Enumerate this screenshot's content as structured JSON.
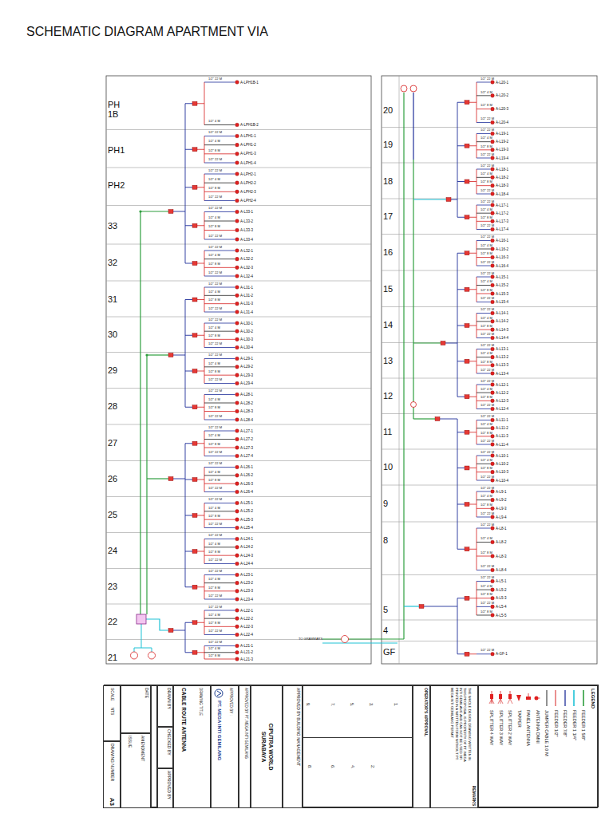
{
  "diagram": {
    "title": "SCHEMATIC DIAGRAM APARTMENT  VIA",
    "nodes": [
      {
        "text": [
          "SCALE",
          "NTS"
        ]
      },
      {
        "text": [
          "DRAWING NUMBER",
          "A3"
        ]
      },
      {
        "text": [
          "DATE"
        ]
      },
      {
        "text": [
          "AMENDMENT",
          "ISSUE"
        ]
      },
      {
        "text": [
          "DRAWN BY"
        ]
      },
      {
        "text": [
          "CHECKED BY"
        ]
      },
      {
        "text": [
          "APPROVED BY"
        ]
      },
      {
        "text": [
          "DRAWING TITLE",
          "CABLE ROUTE ANTENNA"
        ]
      },
      {
        "text": [
          "APPROVED BY :",
          "PT. MEGA INTI GEMILANG"
        ]
      },
      {
        "text": [
          "APPROVED BY PT. MEGA INTI GEMILANG"
        ]
      },
      {
        "text": [
          "CIPUTRA WORLD SURABAYA"
        ]
      },
      {
        "text": [
          "APPROVED BY BUILDING MANAGEMENT"
        ]
      },
      {
        "text": [
          "OPERATOR'S APPROVAL"
        ]
      },
      {
        "text": [
          "REMARKS",
          "THE WHOLE DESIGN DRAWING WRITTEN IN THIS PROPOSAL IS PROPERTY OF PT. MEGA INTI GEMILANG AND CAN NOT BE USED OR PRINTED IN A WRITTEN FORM WITHOUT PT. MEGA INTI GEMILANG PERMIT"
        ]
      }
    ],
    "labels": [
      "PH 1B",
      "PH1",
      "PH2",
      "33",
      "32",
      "31",
      "30",
      "29",
      "28",
      "27",
      "26",
      "25",
      "24",
      "23",
      "22",
      "21",
      "20",
      "19",
      "18",
      "17",
      "16",
      "15",
      "14",
      "13",
      "12",
      "11",
      "10",
      "9",
      "8",
      "5",
      "4",
      "GF",
      "1/2\" 22 M",
      "A-LPH1B-1",
      "1/2\" 4 M",
      "A-LPH1B-2",
      "1/2\" 22 M",
      "A-LPH1-1",
      "1/2\" 4 M",
      "A-LPH1-2",
      "1/2\" 8 M",
      "A-LPH1-3",
      "1/2\" 22 M",
      "A-LPH1-4",
      "1/2\" 22 M",
      "A-LPH2-1",
      "1/2\" 4 M",
      "A-LPH2-2",
      "1/2\" 8 M",
      "A-LPH2-3",
      "1/2\" 22 M",
      "A-LPH2-4",
      "1/2\" 22 M",
      "A-L33-1",
      "1/2\" 4 M",
      "A-L33-2",
      "1/2\" 8 M",
      "A-L33-3",
      "1/2\" 22 M",
      "A-L33-4",
      "1/2\" 22 M",
      "A-L32-1",
      "1/2\" 4 M",
      "A-L32-2",
      "1/2\" 8 M",
      "A-L32-3",
      "1/2\" 22 M",
      "A-L32-4",
      "1/2\" 22 M",
      "A-L31-1",
      "1/2\" 4 M",
      "A-L31-2",
      "1/2\" 8 M",
      "A-L31-3",
      "1/2\" 22 M",
      "A-L31-4",
      "1/2\" 22 M",
      "A-L30-1",
      "1/2\" 4 M",
      "A-L30-2",
      "1/2\" 8 M",
      "A-L30-3",
      "1/2\" 22 M",
      "A-L30-4",
      "1/2\" 22 M",
      "A-L29-1",
      "1/2\" 4 M",
      "A-L29-2",
      "1/2\" 8 M",
      "A-L29-3",
      "1/2\" 22 M",
      "A-L29-4",
      "1/2\" 22 M",
      "A-L28-1",
      "1/2\" 4 M",
      "A-L28-2",
      "1/2\" 8 M",
      "A-L28-3",
      "1/2\" 22 M",
      "A-L28-4",
      "1/2\" 22 M",
      "A-L27-1",
      "1/2\" 4 M",
      "A-L27-2",
      "1/2\" 8 M",
      "A-L27-3",
      "1/2\" 22 M",
      "A-L27-4",
      "1/2\" 22 M",
      "A-L26-1",
      "1/2\" 4 M",
      "A-L26-2",
      "1/2\" 8 M",
      "A-L26-3",
      "1/2\" 22 M",
      "A-L26-4",
      "1/2\" 22 M",
      "A-L25-1",
      "1/2\" 4 M",
      "A-L25-2",
      "1/2\" 8 M",
      "A-L25-3",
      "1/2\" 22 M",
      "A-L25-4",
      "1/2\" 22 M",
      "A-L24-1",
      "1/2\" 4 M",
      "A-L24-2",
      "1/2\" 8 M",
      "A-L24-3",
      "1/2\" 22 M",
      "A-L24-4",
      "1/2\" 22 M",
      "A-L23-1",
      "1/2\" 4 M",
      "A-L23-2",
      "1/2\" 8 M",
      "A-L23-3",
      "1/2\" 22 M",
      "A-L23-4",
      "1/2\" 22 M",
      "A-L22-1",
      "1/2\" 4 M",
      "A-L22-2",
      "1/2\" 8 M",
      "A-L22-3",
      "1/2\" 22 M",
      "A-L22-4",
      "1/2\" 22 M",
      "A-L21-1",
      "1/2\" 4 M",
      "A-L21-2",
      "1/2\" 8 M",
      "A-L21-3",
      "1/2\" 22 M",
      "A-L20-1",
      "1/2\" 4 M",
      "A-L20-2",
      "1/2\" 8 M",
      "A-L20-3",
      "1/2\" 22 M",
      "A-L20-4",
      "1/2\" 22 M",
      "A-L19-1",
      "1/2\" 4 M",
      "A-L19-2",
      "1/2\" 8 M",
      "A-L19-3",
      "1/2\" 22 M",
      "A-L19-4",
      "1/2\" 22 M",
      "A-L18-1",
      "1/2\" 4 M",
      "A-L18-2",
      "1/2\" 8 M",
      "A-L18-3",
      "1/2\" 22 M",
      "A-L18-4",
      "1/2\" 22 M",
      "A-L17-1",
      "1/2\" 4 M",
      "A-L17-2",
      "1/2\" 8 M",
      "A-L17-3",
      "1/2\" 22 M",
      "A-L17-4",
      "1/2\" 22 M",
      "A-L16-1",
      "1/2\" 4 M",
      "A-L16-2",
      "1/2\" 8 M",
      "A-L16-3",
      "1/2\" 22 M",
      "A-L16-4",
      "1/2\" 22 M",
      "A-L15-1",
      "1/2\" 4 M",
      "A-L15-2",
      "1/2\" 8 M",
      "A-L15-3",
      "1/2\" 22 M",
      "A-L15-4",
      "1/2\" 22 M",
      "A-L14-1",
      "1/2\" 4 M",
      "A-L14-2",
      "1/2\" 8 M",
      "A-L14-3",
      "1/2\" 22 M",
      "A-L14-4",
      "1/2\" 22 M",
      "A-L13-1",
      "1/2\" 4 M",
      "A-L13-2",
      "1/2\" 8 M",
      "A-L13-3",
      "1/2\" 22 M",
      "A-L13-4",
      "1/2\" 22 M",
      "A-L12-1",
      "1/2\" 4 M",
      "A-L12-2",
      "1/2\" 8 M",
      "A-L12-3",
      "1/2\" 22 M",
      "A-L12-4",
      "1/2\" 22 M",
      "A-L11-1",
      "1/2\" 4 M",
      "A-L11-2",
      "1/2\" 8 M",
      "A-L11-3",
      "1/2\" 22 M",
      "A-L11-4",
      "1/2\" 22 M",
      "A-L10-1",
      "1/2\" 4 M",
      "A-L10-2",
      "1/2\" 8 M",
      "A-L10-3",
      "1/2\" 22 M",
      "A-L10-4",
      "1/2\" 22 M",
      "A-L9-1",
      "1/2\" 4 M",
      "A-L9-2",
      "1/2\" 8 M",
      "A-L9-3",
      "1/2\" 22 M",
      "A-L9-4",
      "1/2\" 22 M",
      "A-L8-1",
      "1/2\" 4 M",
      "A-L8-2",
      "1/2\" 8 M",
      "A-L8-3",
      "1/2\" 22 M",
      "A-L8-4",
      "1/2\" 22 M",
      "A-L5-1",
      "1/2\" 4 M",
      "A-L5-2",
      "1/2\" 8 M",
      "A-L5-3",
      "1/2\" 22 M",
      "A-L5-4",
      "1/2\" 8 M",
      "A-L5-5",
      "1/2\" 22 M",
      "A-GF-1",
      "TO GRAMMARS",
      "1.",
      "2.",
      "3.",
      "4.",
      "5.",
      "6.",
      "7.",
      "8.",
      "9.",
      "LEGEND"
    ],
    "legend": [
      {
        "text": "FEEDER 1 5/8\""
      },
      {
        "text": "FEEDER 1 1/4\""
      },
      {
        "text": "FEEDER 7/8\""
      },
      {
        "text": "FEEDER 1/2\""
      },
      {
        "text": "JUMPER CABLE 1.0 M"
      },
      {
        "text": "ANTENNA OMNI"
      },
      {
        "text": "PANEL ANTENNA"
      },
      {
        "text": "TAPPER"
      },
      {
        "text": "SPLITTER 2 WAY"
      },
      {
        "text": "SPLITTER 3 WAY"
      },
      {
        "text": "SPLITTER 4 WAY"
      }
    ]
  }
}
